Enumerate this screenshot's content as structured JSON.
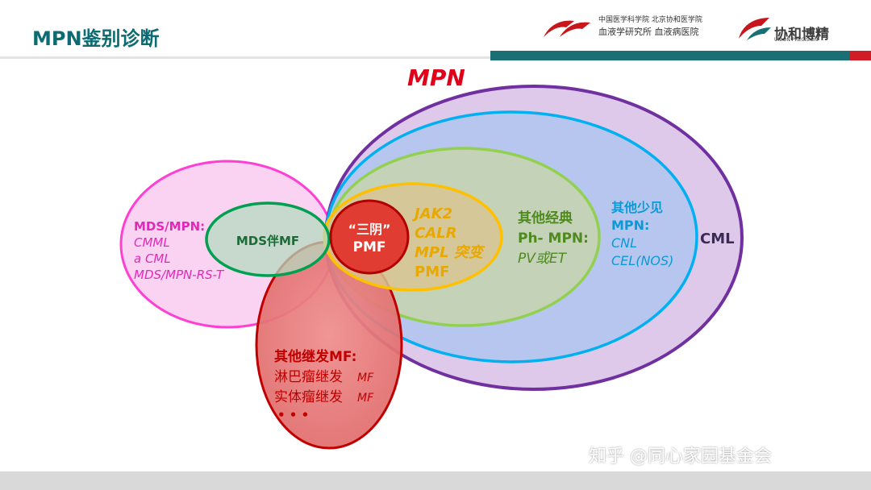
{
  "page_title": "MPN鉴别诊断",
  "logo": {
    "line1": "中国医学科学院  北京协和医学院",
    "line2": "血液学研究所  血液病医院",
    "brand": "协和博精",
    "brand_sub": "UNION PRECISION"
  },
  "diagram": {
    "mpn_label": "MPN",
    "cml_label": "CML",
    "other_rare": [
      "其他少见",
      "MPN:",
      "CNL",
      "CEL(NOS)"
    ],
    "other_classic": [
      "其他经典",
      "Ph- MPN:",
      "PV或ET"
    ],
    "mutations": [
      "JAK2",
      "CALR",
      "MPL 突变",
      "PMF"
    ],
    "triple_negative": [
      "“三阴”",
      "PMF"
    ],
    "mds_mpn": [
      "MDS/MPN:",
      "CMML",
      "a CML",
      "MDS/MPN-RS-T"
    ],
    "mds_mf": "MDS伴MF",
    "secondary_mf": [
      "其他继发MF:",
      "淋巴瘤继发",
      "MF",
      "实体瘤继发",
      "MF",
      "• • •"
    ],
    "colors": {
      "mpn_outline": "#7030a0",
      "mpn_fill": "#e4d3ef",
      "other_rare_outline": "#00b0f0",
      "other_classic_outline": "#92d050",
      "mutation_outline": "#ffc000",
      "triple_negative": "#e03c31",
      "mds_mpn_outline": "#ff3fd2",
      "mds_mf_outline": "#00a050",
      "secondary_mf_outline": "#c00000"
    }
  },
  "watermark": "知乎 @同心家园基金会"
}
